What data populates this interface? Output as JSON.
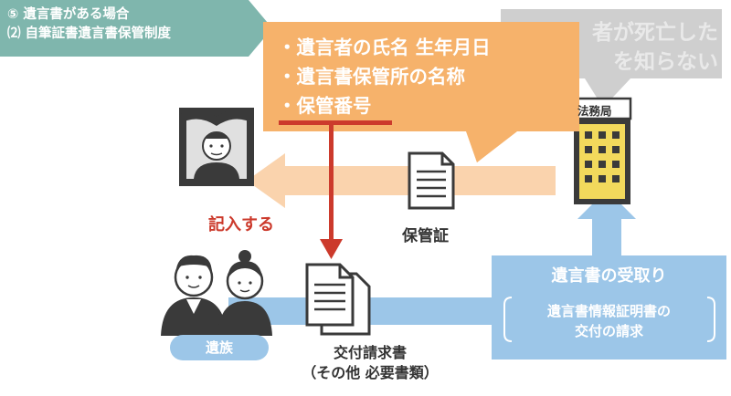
{
  "header_tag": {
    "line1": "⑤ 遺言書がある場合",
    "line2": "⑵ 自筆証書遺言書保管制度"
  },
  "grey_bubble": {
    "line1": "者が死亡した",
    "line2": "を知らない"
  },
  "callout": {
    "items": [
      "・遺言者の氏名 生年月日",
      "・遺言書保管所の名称",
      "・保管番号"
    ]
  },
  "labels": {
    "kinyu": "記入する",
    "hokansho": "保管証",
    "houmukyoku": "法務局",
    "izoku": "遺族",
    "kofu_line1": "交付請求書",
    "kofu_line2": "（その他 必要書類）"
  },
  "receive_box": {
    "title": "遺言書の受取り",
    "sub_line1": "遺言書情報証明書の",
    "sub_line2": "交付の請求"
  },
  "colors": {
    "orange": "#f6b26b",
    "orange_light": "#fad3ad",
    "teal": "#7fb6ad",
    "blue": "#9cc6e8",
    "red": "#cc3a2c",
    "building": "#f2d95c",
    "dark": "#3a3a3a"
  }
}
